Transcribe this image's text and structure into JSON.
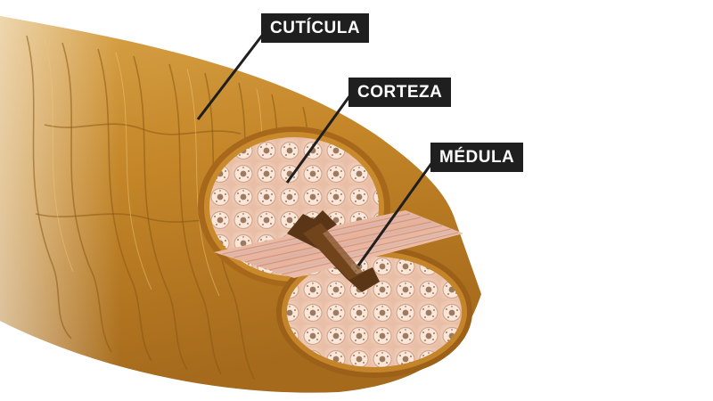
{
  "labels": {
    "cuticula": "CUTÍCULA",
    "corteza": "CORTEZA",
    "medula": "MÉDULA"
  },
  "colors": {
    "cuticle": "#c98a2c",
    "cuticle_dark": "#8a5714",
    "cortex": "#f3d4c2",
    "medulla": "#5a3616",
    "label_bg": "#1f1f1f",
    "label_text": "#ffffff"
  }
}
